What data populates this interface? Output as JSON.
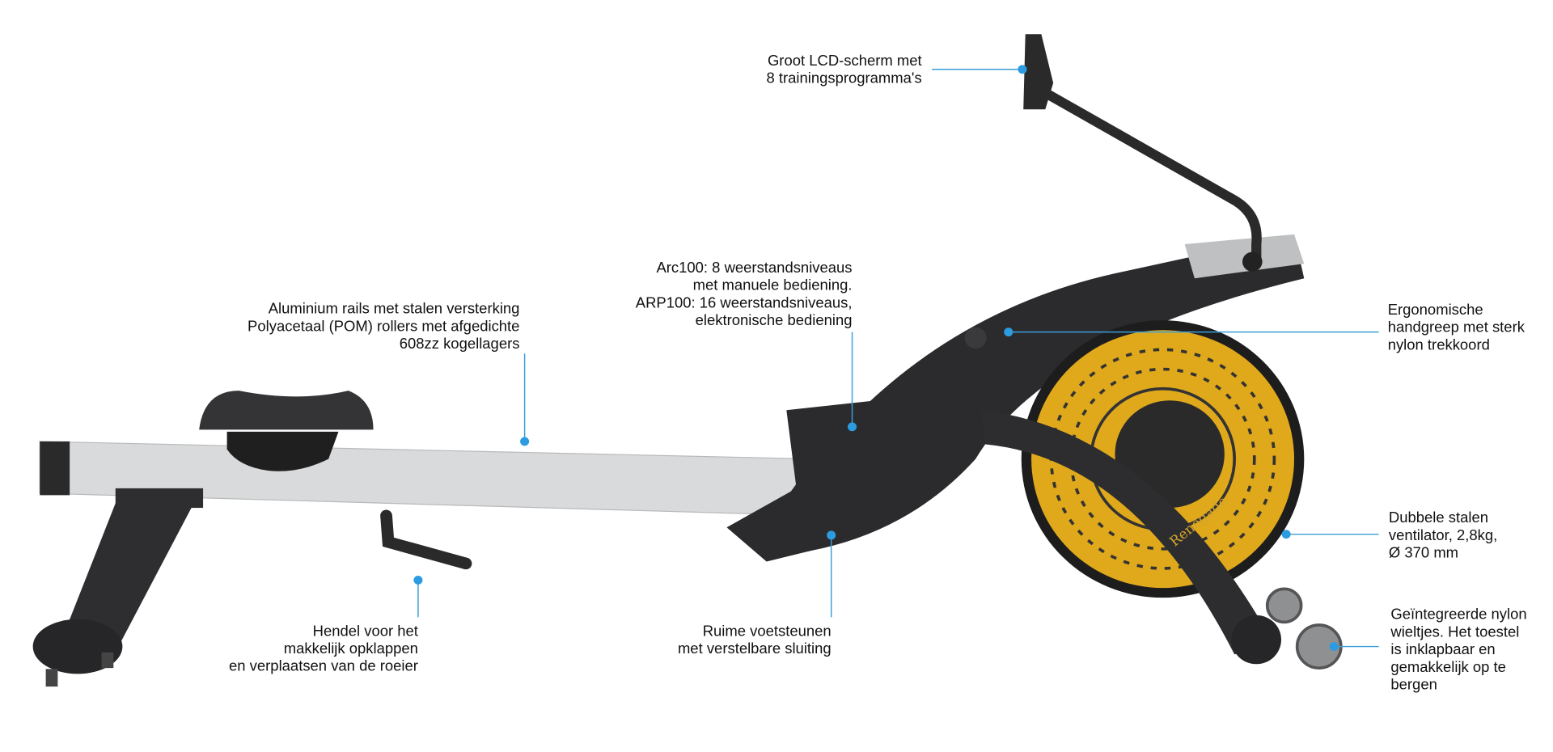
{
  "colors": {
    "accent": "#2c9be0",
    "frame": "#2b2b2d",
    "rail": "#d9dadb",
    "fan": "#e0a91c"
  },
  "brand_logo_text": "Renegade",
  "callouts": {
    "display": [
      "Groot LCD-scherm met",
      "8 trainingsprogramma's"
    ],
    "resistance": [
      "Arc100: 8 weerstandsniveaus",
      "met manuele bediening.",
      "ARP100: 16 weerstandsniveaus,",
      "elektronische bediening"
    ],
    "rails": [
      "Aluminium rails met stalen versterking",
      "Polyacetaal (POM) rollers met afgedichte",
      "608zz kogellagers"
    ],
    "handle": [
      "Ergonomische",
      "handgreep met sterk",
      "nylon trekkoord"
    ],
    "fan": [
      "Dubbele stalen",
      "ventilator, 2,8kg,",
      "Ø 370 mm"
    ],
    "wheels": [
      "Geïntegreerde nylon",
      "wieltjes. Het toestel",
      "is inklapbaar en",
      "gemakkelijk op te",
      "bergen"
    ],
    "footrests": [
      "Ruime voetsteunen",
      "met verstelbare sluiting"
    ],
    "lever": [
      "Hendel voor het",
      "makkelijk opklappen",
      "en verplaatsen van de roeier"
    ]
  }
}
